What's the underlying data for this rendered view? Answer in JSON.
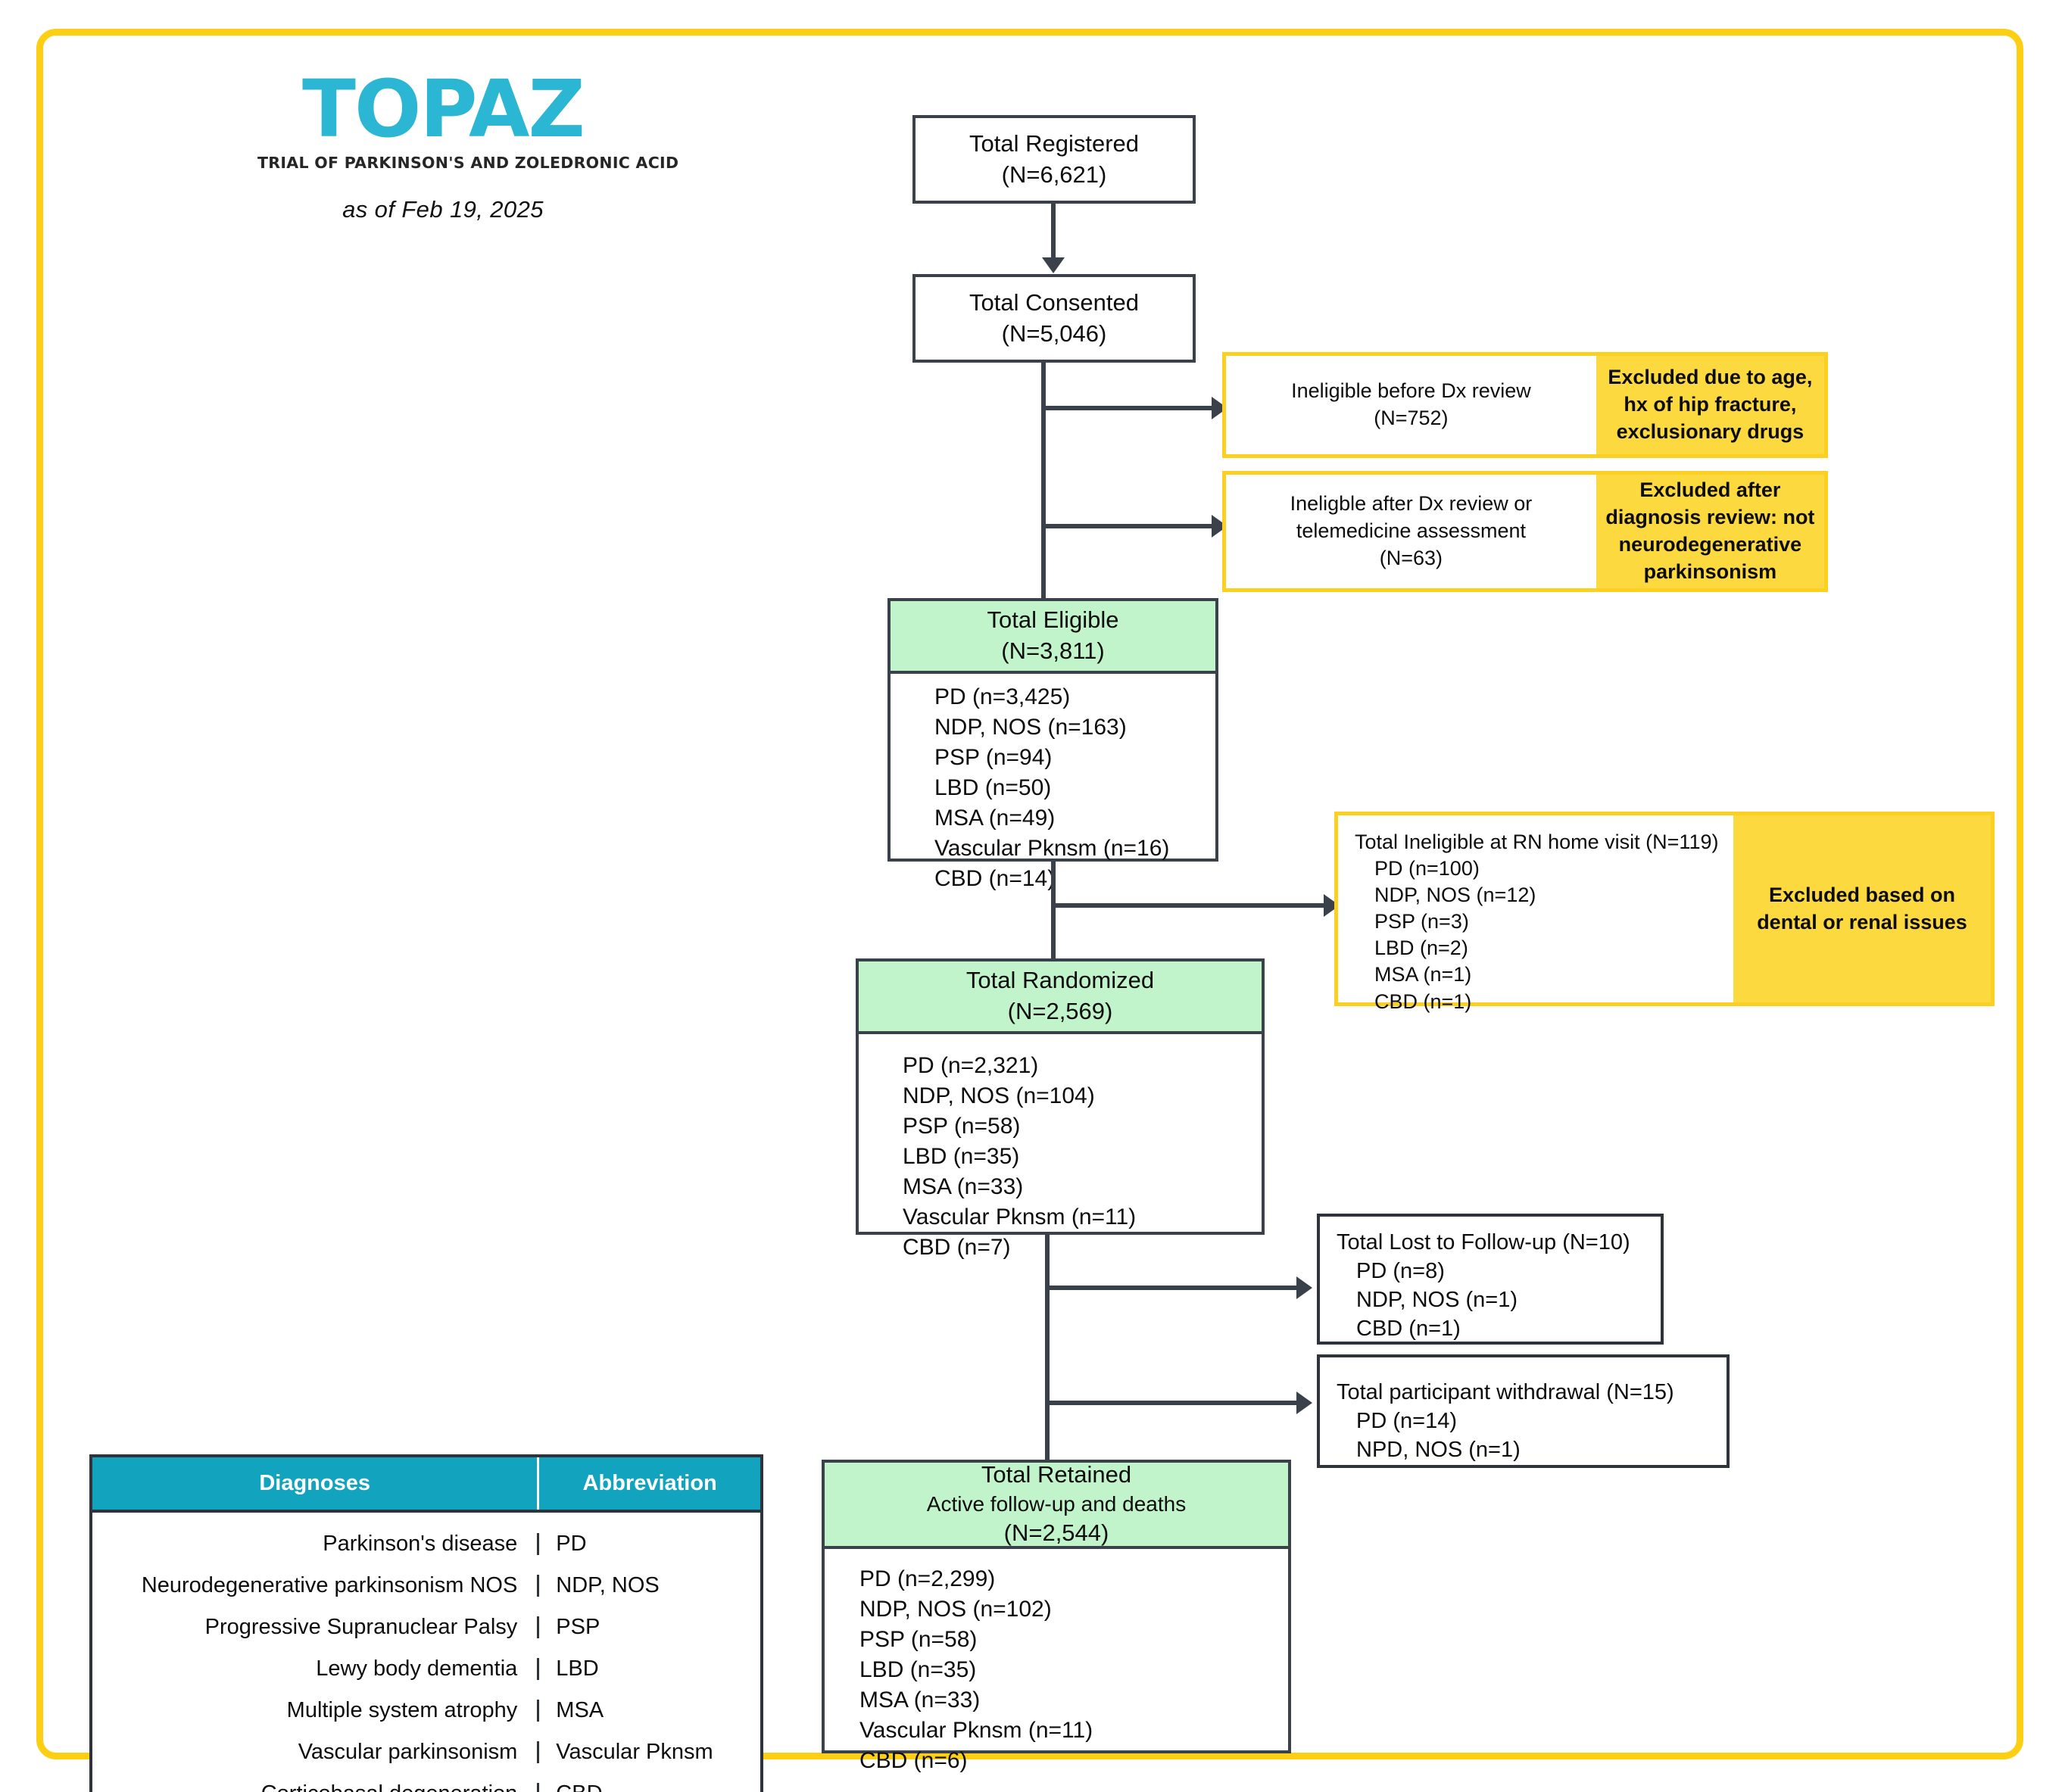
{
  "logo": {
    "wordmark": "TOPAZ",
    "tagline": "TRIAL OF PARKINSON'S AND ZOLEDRONIC ACID",
    "as_of": "as of Feb 19, 2025",
    "brand_color": "#2BB6D4"
  },
  "colors": {
    "frame": "#FCCF14",
    "green": "#C2F4CB",
    "yellow": "#FCD93F",
    "teal": "#12A4BE",
    "stroke": "#3b414b"
  },
  "flow": {
    "registered": {
      "title": "Total Registered",
      "n": "(N=6,621)"
    },
    "consented": {
      "title": "Total Consented",
      "n": "(N=5,046)"
    },
    "eligible": {
      "title": "Total Eligible",
      "n": "(N=3,811)",
      "breakdown": [
        "PD (n=3,425)",
        "NDP, NOS (n=163)",
        "PSP (n=94)",
        "LBD (n=50)",
        "MSA (n=49)",
        "Vascular Pknsm (n=16)",
        "CBD (n=14)"
      ]
    },
    "randomized": {
      "title": "Total Randomized",
      "n": "(N=2,569)",
      "breakdown": [
        "PD (n=2,321)",
        "NDP, NOS (n=104)",
        "PSP (n=58)",
        "LBD (n=35)",
        "MSA (n=33)",
        "Vascular Pknsm (n=11)",
        "CBD (n=7)"
      ]
    },
    "retained": {
      "title": "Total Retained",
      "subtitle": "Active follow-up and deaths",
      "n": "(N=2,544)",
      "breakdown": [
        "PD (n=2,299)",
        "NDP, NOS (n=102)",
        "PSP (n=58)",
        "LBD (n=35)",
        "MSA (n=33)",
        "Vascular Pknsm (n=11)",
        "CBD (n=6)"
      ]
    }
  },
  "exclusions": {
    "before_dx": {
      "line1": "Ineligible before Dx review",
      "line2": "(N=752)",
      "reason_lines": [
        "Excluded due to age,",
        "hx of hip fracture,",
        "exclusionary drugs"
      ]
    },
    "after_dx": {
      "line1": "Ineligble after Dx review or",
      "line2": "telemedicine assessment",
      "line3": "(N=63)",
      "reason_lines": [
        "Excluded after",
        "diagnosis review: not",
        "neurodegenerative",
        "parkinsonism"
      ]
    },
    "rn_home_visit": {
      "header": "Total Ineligible at RN home visit (N=119)",
      "breakdown": [
        "PD (n=100)",
        "NDP, NOS (n=12)",
        "PSP (n=3)",
        "LBD (n=2)",
        "MSA (n=1)",
        "CBD (n=1)"
      ],
      "reason_lines": [
        "Excluded based on",
        "dental or renal issues"
      ]
    },
    "lost_to_followup": {
      "header": "Total Lost to Follow-up (N=10)",
      "breakdown": [
        "PD (n=8)",
        "NDP, NOS (n=1)",
        "CBD (n=1)"
      ]
    },
    "withdrawal": {
      "header": "Total participant withdrawal (N=15)",
      "breakdown": [
        "PD (n=14)",
        "NPD, NOS (n=1)"
      ]
    }
  },
  "legend": {
    "headers": [
      "Diagnoses",
      "Abbreviation"
    ],
    "rows": [
      [
        "Parkinson's disease",
        "PD"
      ],
      [
        "Neurodegenerative parkinsonism NOS",
        "NDP, NOS"
      ],
      [
        "Progressive Supranuclear Palsy",
        "PSP"
      ],
      [
        "Lewy body dementia",
        "LBD"
      ],
      [
        "Multiple system atrophy",
        "MSA"
      ],
      [
        "Vascular parkinsonism",
        "Vascular Pknsm"
      ],
      [
        "Corticobasal degeneration",
        "CBD"
      ]
    ]
  }
}
